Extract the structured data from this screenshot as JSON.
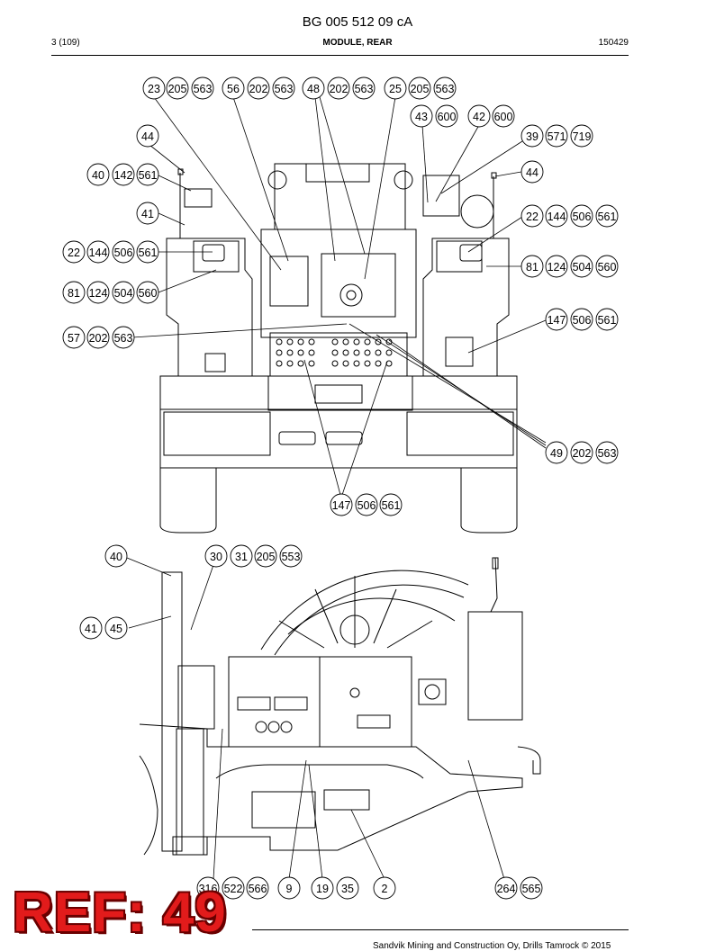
{
  "header": {
    "doc_id": "BG 005 512 09 cA",
    "page": "3 (109)",
    "section": "MODULE, REAR",
    "date_code": "150429"
  },
  "callouts_top": [
    [
      "23",
      "205",
      "563"
    ],
    [
      "56",
      "202",
      "563"
    ],
    [
      "48",
      "202",
      "563"
    ],
    [
      "25",
      "205",
      "563"
    ],
    [
      "43",
      "600"
    ],
    [
      "42",
      "600"
    ],
    [
      "39",
      "571",
      "719"
    ],
    [
      "44"
    ],
    [
      "40",
      "142",
      "561"
    ],
    [
      "44"
    ],
    [
      "41"
    ],
    [
      "22",
      "144",
      "506",
      "561"
    ],
    [
      "22",
      "144",
      "506",
      "561"
    ],
    [
      "81",
      "124",
      "504",
      "560"
    ],
    [
      "81",
      "124",
      "504",
      "560"
    ],
    [
      "147",
      "506",
      "561"
    ],
    [
      "57",
      "202",
      "563"
    ],
    [
      "49",
      "202",
      "563"
    ],
    [
      "147",
      "506",
      "561"
    ]
  ],
  "callouts_bottom": [
    [
      "40"
    ],
    [
      "30",
      "31",
      "205",
      "553"
    ],
    [
      "41",
      "45"
    ],
    [
      "316",
      "522",
      "566"
    ],
    [
      "9"
    ],
    [
      "19",
      "35"
    ],
    [
      "2"
    ],
    [
      "264",
      "565"
    ]
  ],
  "ref": "REF: 49",
  "footer": "Sandvik Mining and Construction Oy, Drills Tamrock © 2015"
}
